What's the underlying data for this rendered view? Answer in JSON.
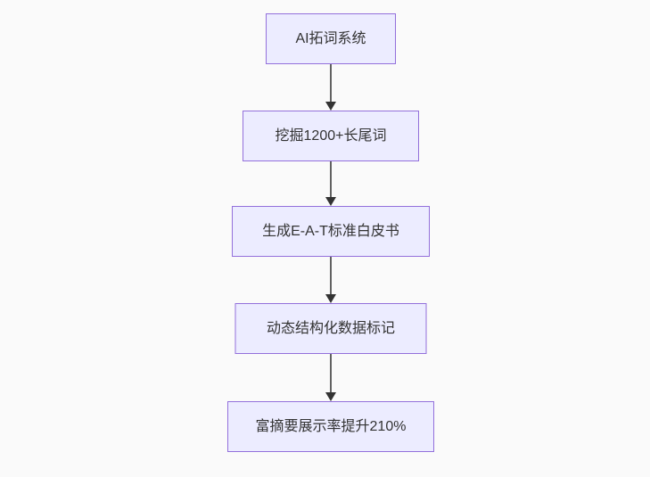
{
  "colors": {
    "background": "#fafafa",
    "node_fill": "#ececff",
    "node_border": "#9370db",
    "node_text": "#333333",
    "edge_line": "#616161",
    "arrowhead": "#333333"
  },
  "flowchart": {
    "type": "flowchart",
    "direction": "top-down",
    "nodes": [
      {
        "label": "AI拓词系统"
      },
      {
        "label": "挖掘1200+长尾词"
      },
      {
        "label": "生成E-A-T标准白皮书"
      },
      {
        "label": "动态结构化数据标记"
      },
      {
        "label": "富摘要展示率提升210%"
      }
    ],
    "edges": [
      {
        "from": 0,
        "to": 1
      },
      {
        "from": 1,
        "to": 2
      },
      {
        "from": 2,
        "to": 3
      },
      {
        "from": 3,
        "to": 4
      }
    ]
  }
}
